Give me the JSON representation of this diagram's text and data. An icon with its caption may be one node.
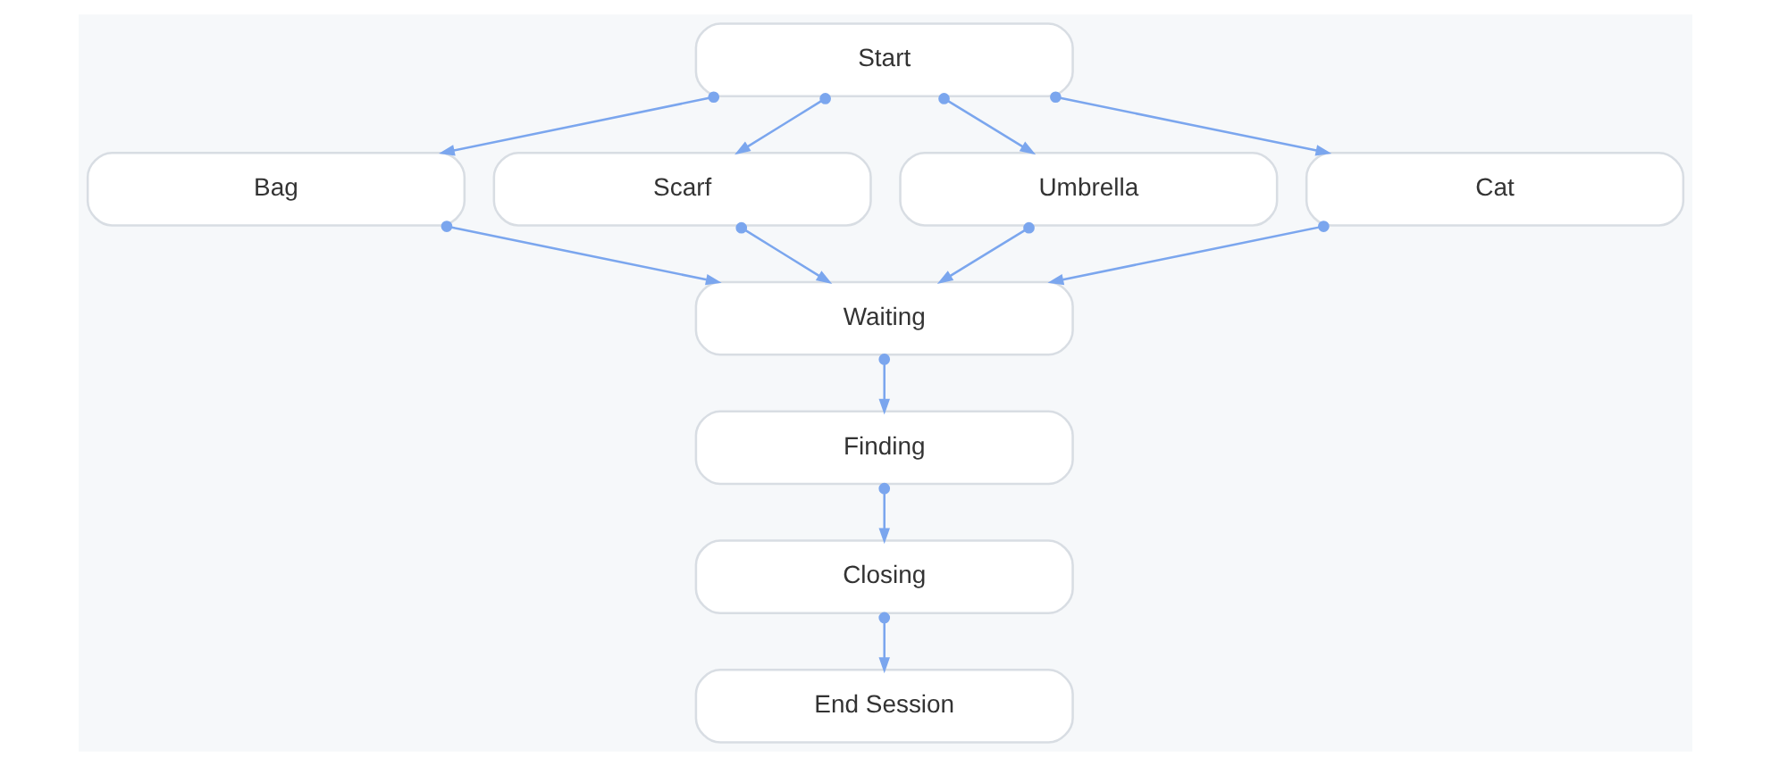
{
  "diagram": {
    "nodes": [
      {
        "text": [
          "Start"
        ]
      },
      {
        "text": [
          "Bag"
        ]
      },
      {
        "text": [
          "Scarf"
        ]
      },
      {
        "text": [
          "Umbrella"
        ]
      },
      {
        "text": [
          "Cat"
        ]
      },
      {
        "text": [
          "Waiting"
        ]
      },
      {
        "text": [
          "Finding"
        ]
      },
      {
        "text": [
          "Closing"
        ]
      },
      {
        "text": [
          "End Session"
        ]
      }
    ],
    "edges": [
      {
        "from": 0,
        "to": 1,
        "arrow": "to"
      },
      {
        "from": 0,
        "to": 2,
        "arrow": "to"
      },
      {
        "from": 0,
        "to": 3,
        "arrow": "to"
      },
      {
        "from": 0,
        "to": 4,
        "arrow": "to"
      },
      {
        "from": 1,
        "to": 5,
        "arrow": "to"
      },
      {
        "from": 2,
        "to": 5,
        "arrow": "to"
      },
      {
        "from": 3,
        "to": 5,
        "arrow": "to"
      },
      {
        "from": 4,
        "to": 5,
        "arrow": "to"
      },
      {
        "from": 5,
        "to": 6,
        "arrow": "to"
      },
      {
        "from": 6,
        "to": 7,
        "arrow": "to"
      },
      {
        "from": 7,
        "to": 8,
        "arrow": "to"
      }
    ]
  }
}
